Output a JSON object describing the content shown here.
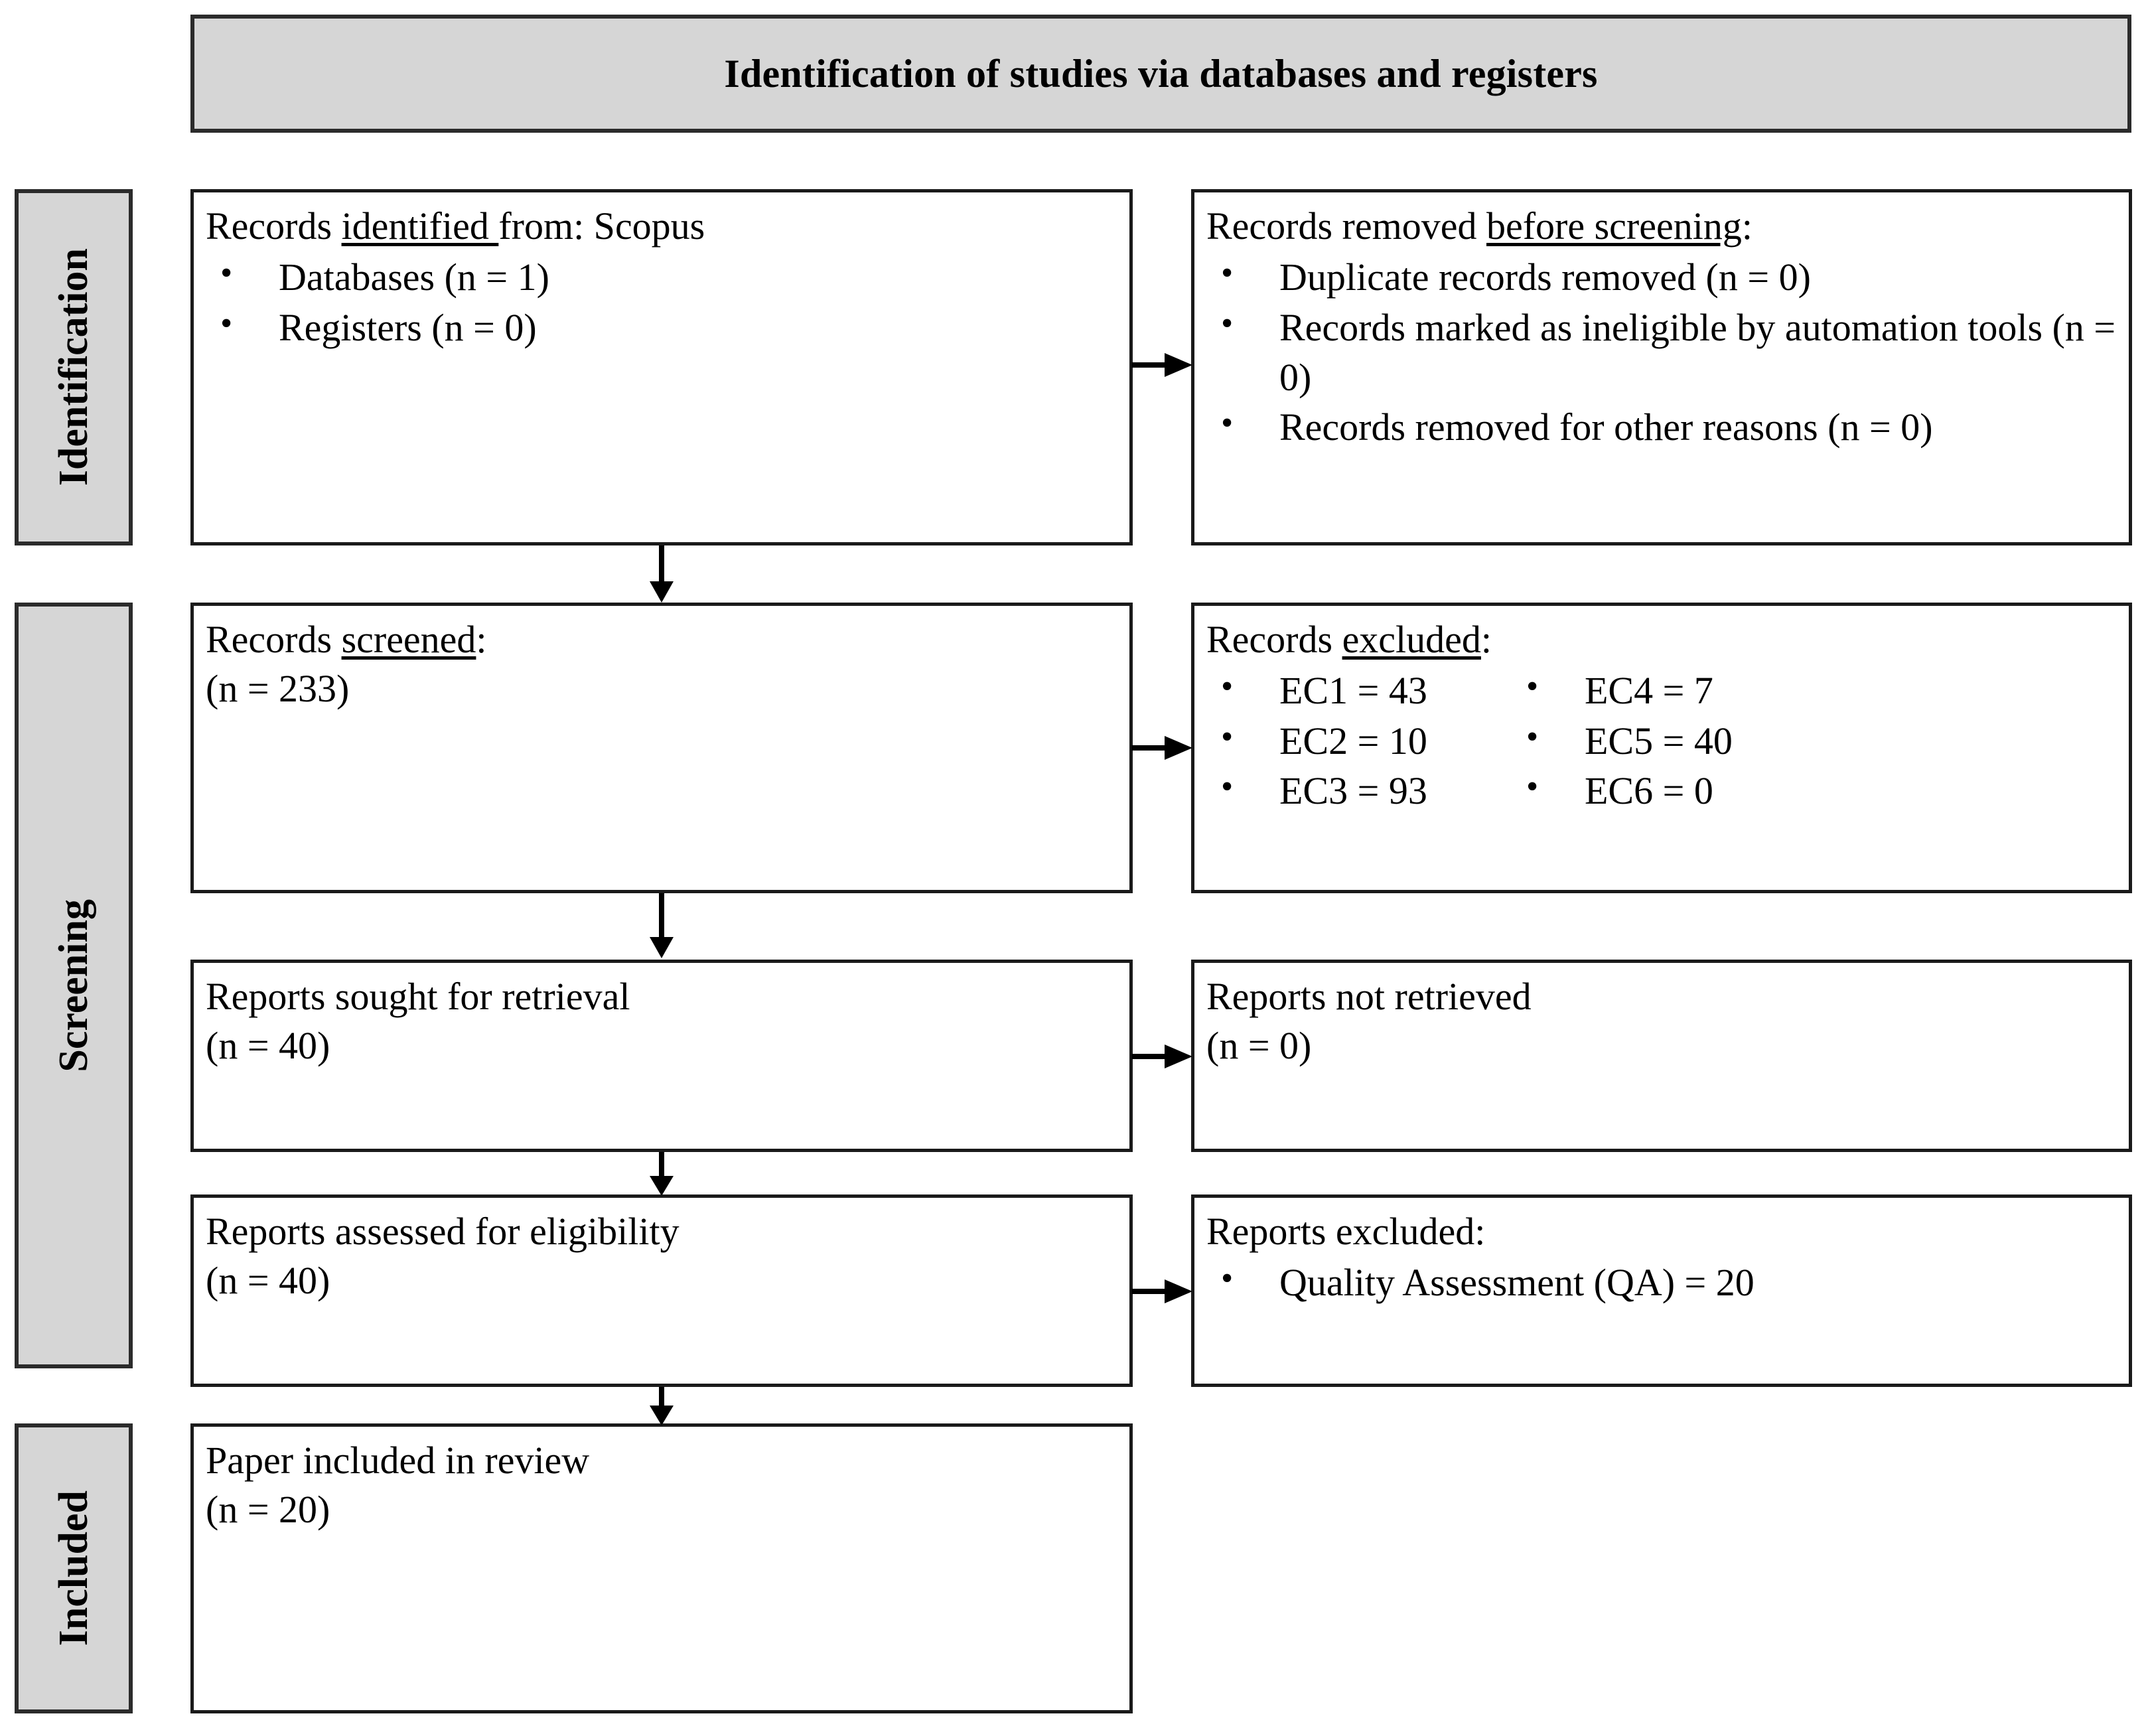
{
  "header": {
    "title": "Identification of studies via databases and registers"
  },
  "colors": {
    "stage_fill": "#d6d6d6",
    "border": "#1a1a1a",
    "text": "#000000",
    "page_background": "#ffffff"
  },
  "stages": [
    {
      "id": "identification",
      "label": "Identification"
    },
    {
      "id": "screening",
      "label": "Screening"
    },
    {
      "id": "included",
      "label": "Included"
    }
  ],
  "boxes": {
    "identified": {
      "heading_prefix": "Records ",
      "heading_underlined": "identified ",
      "heading_suffix": "from: Scopus",
      "bullets": [
        "Databases (n = 1)",
        "Registers (n = 0)"
      ]
    },
    "removed": {
      "heading_prefix": "Records removed ",
      "heading_underlined": "before screening",
      "heading_suffix": ":",
      "bullets": [
        "Duplicate records removed  (n = 0)",
        "Records marked as ineligible by automation tools (n = 0)",
        "Records removed for other reasons (n = 0)"
      ]
    },
    "screened": {
      "heading_prefix": "Records ",
      "heading_underlined": "screened",
      "heading_suffix": ":",
      "count": "(n = 233)"
    },
    "excluded": {
      "heading_prefix": "Records ",
      "heading_underlined": "excluded",
      "heading_suffix": ":",
      "reasons_col1": [
        "EC1 = 43",
        "EC2 = 10",
        "EC3 = 93"
      ],
      "reasons_col2": [
        "EC4 = 7",
        "EC5 = 40",
        "EC6 = 0"
      ]
    },
    "sought": {
      "heading": "Reports sought for retrieval",
      "count": "(n = 40)"
    },
    "not_retrieved": {
      "heading": "Reports not retrieved",
      "count": "(n = 0)"
    },
    "assessed": {
      "heading": "Reports assessed for eligibility",
      "count": "(n = 40)"
    },
    "reports_excluded": {
      "heading": "Reports excluded:",
      "bullets": [
        "Quality Assessment (QA) = 20"
      ]
    },
    "included": {
      "heading": "Paper included in review",
      "count": "(n = 20)"
    }
  },
  "flow": {
    "arrows": [
      {
        "name": "identified-to-removed",
        "direction": "right"
      },
      {
        "name": "identified-to-screened",
        "direction": "down"
      },
      {
        "name": "screened-to-excluded",
        "direction": "right"
      },
      {
        "name": "screened-to-sought",
        "direction": "down"
      },
      {
        "name": "sought-to-not-retrieved",
        "direction": "right"
      },
      {
        "name": "sought-to-assessed",
        "direction": "down"
      },
      {
        "name": "assessed-to-reports-excluded",
        "direction": "right"
      },
      {
        "name": "assessed-to-included",
        "direction": "down"
      }
    ]
  }
}
